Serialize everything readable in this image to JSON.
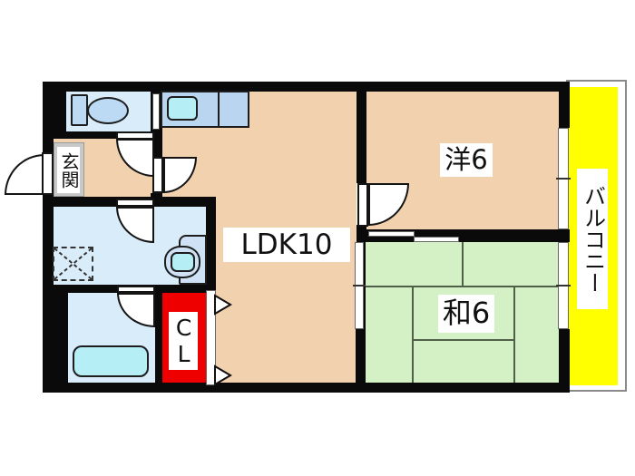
{
  "floorplan": {
    "type": "japanese-apartment-floorplan",
    "rooms": {
      "genkan": {
        "label": "玄関"
      },
      "ldk": {
        "label": "LDK10"
      },
      "western": {
        "label": "洋6"
      },
      "japanese": {
        "label": "和6"
      },
      "balcony": {
        "label": "バルコニー"
      },
      "closet": {
        "label": "CL"
      }
    },
    "colors": {
      "wall": "#0a0a0a",
      "flooring": "#f2d1ae",
      "tatami": "#d3f1c5",
      "balcony": "#ffff00",
      "closet": "#ee0000",
      "wet_area": "#d9ecfa",
      "fixture": "#b6eef5",
      "counter": "#bad5ef",
      "toilet_fill": "#bcdaf3",
      "basin_panel": "#cfe2f5",
      "genkan_floor": "#c8c8c8"
    }
  }
}
